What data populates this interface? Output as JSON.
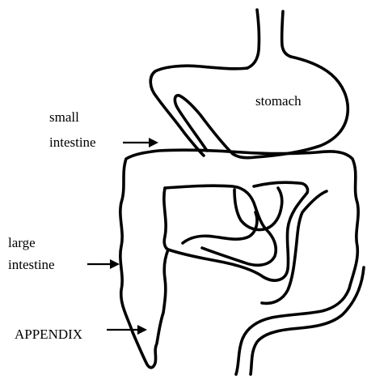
{
  "labels": {
    "stomach": "stomach",
    "small_intestine_line1": "small",
    "small_intestine_line2": "intestine",
    "large_intestine_line1": "large",
    "large_intestine_line2": "intestine",
    "appendix": "APPENDIX"
  },
  "colors": {
    "ink": "#000000",
    "background": "#ffffff"
  }
}
